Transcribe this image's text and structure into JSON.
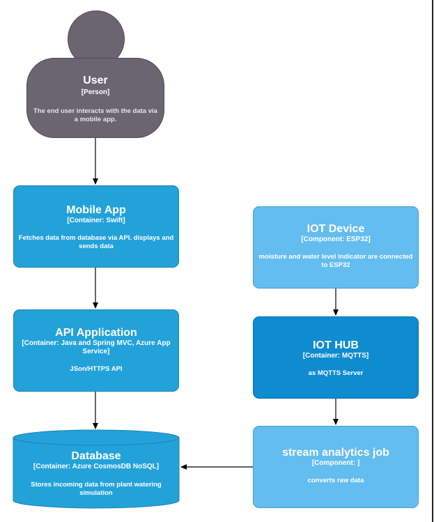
{
  "person": {
    "title": "User",
    "kind": "[Person]",
    "description": "The end user interacts with the data via a mobile app."
  },
  "mobile_app": {
    "title": "Mobile App",
    "kind": "[Container: Swift]",
    "description": "Fetches data from database via API. displays and sends data"
  },
  "api_app": {
    "title": "API Application",
    "kind": "[Container: Java and Spring MVC, Azure App Service]",
    "description": "JSon/HTTPS API"
  },
  "database": {
    "title": "Database",
    "kind": "[Container: Azure CosmosDB NoSQL]",
    "description": "Stores incoming data from plant watering simulation"
  },
  "iot_device": {
    "title": "IOT Device",
    "kind": "[Component: ESP32]",
    "description": "moisture and water level indicator are connected to ESP32"
  },
  "iot_hub": {
    "title": "IOT HUB",
    "kind": "[Container: MQTTS]",
    "description": "as MQTTS Server"
  },
  "stream_job": {
    "title": "stream analytics job",
    "kind": "[Component: ]",
    "description": "converts raw data"
  },
  "colors": {
    "person": "#6b6572",
    "container": "#23a2d9",
    "component": "#63bdee",
    "hub": "#0f8bd0"
  }
}
